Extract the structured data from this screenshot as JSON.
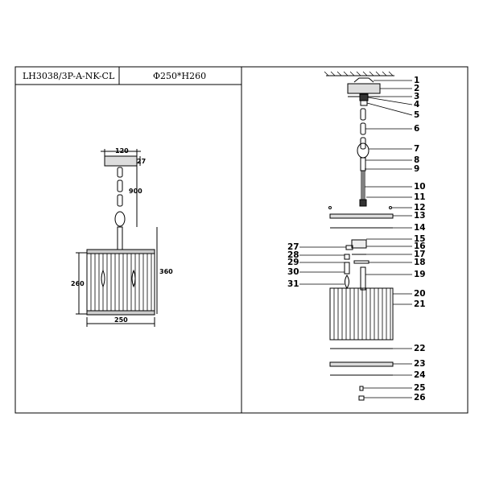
{
  "header": {
    "model": "LH3038/3P-A-NK-CL",
    "size": "Φ250*H260"
  },
  "dimensions": {
    "canopy_width": "120",
    "canopy_height": "27",
    "chain_length": "900",
    "overall_height": "360",
    "shade_height": "260",
    "shade_width": "250"
  },
  "parts": [
    "1",
    "2",
    "3",
    "4",
    "5",
    "6",
    "7",
    "8",
    "9",
    "10",
    "11",
    "12",
    "13",
    "14",
    "15",
    "16",
    "17",
    "18",
    "19",
    "20",
    "21",
    "22",
    "23",
    "24",
    "25",
    "26",
    "27",
    "28",
    "29",
    "30",
    "31"
  ]
}
